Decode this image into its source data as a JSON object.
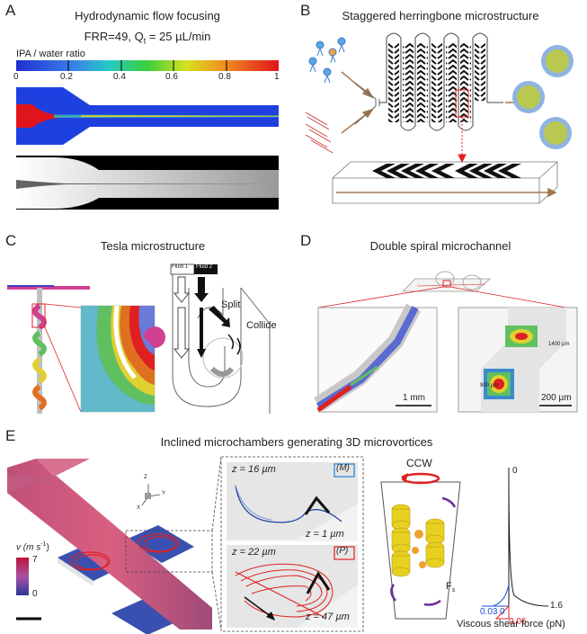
{
  "panels": {
    "A": {
      "label": "A",
      "title": "Hydrodynamic flow focusing",
      "conditions": "FRR=49, Q",
      "conditions_sub": "t",
      "conditions_tail": " = 25 µL/min",
      "colorbar_label": "IPA / water ratio",
      "colorbar_ticks": [
        "0",
        "0.2",
        "0.4",
        "0.6",
        "0.8",
        "1"
      ]
    },
    "B": {
      "label": "B",
      "title": "Staggered herringbone microstructure"
    },
    "C": {
      "label": "C",
      "title": "Tesla microstructure",
      "fluid1": "Fluid 1",
      "fluid2": "Fluid 2",
      "split": "Split",
      "collide": "Collide"
    },
    "D": {
      "label": "D",
      "title": "Double spiral microchannel",
      "scale_left": "1 mm",
      "scale_right": "200 µm",
      "dim_top": "1400 µm",
      "dim_bottom": "900 µm"
    },
    "E": {
      "label": "E",
      "title": "Inclined microchambers generating 3D microvortices",
      "velocity_label": "v (m s",
      "velocity_exp": "-1",
      "velocity_tail": ")",
      "velocity_max": "7",
      "velocity_min": "0",
      "axes": {
        "z": "Z",
        "y": "Y",
        "x": "X"
      },
      "inset_top": {
        "z_top": "z = 16 µm",
        "z_bottom": "z = 1 µm",
        "tag": "(M)"
      },
      "inset_bottom": {
        "z_top": "z = 22 µm",
        "z_bottom": "z = 47 µm",
        "tag": "(P)"
      },
      "ccw": "CCW",
      "fs": "F",
      "fs_sub": "s",
      "force_values": {
        "top": "0",
        "blue": "0.03",
        "blue_zero": "0",
        "black": "1.6",
        "red": "0.06"
      },
      "force_axis_label": "Viscous shear force (pN)"
    }
  },
  "colors": {
    "red": "#e0242b",
    "blue": "#1f4fd8",
    "black": "#111111",
    "grey": "#8a8a8a"
  }
}
